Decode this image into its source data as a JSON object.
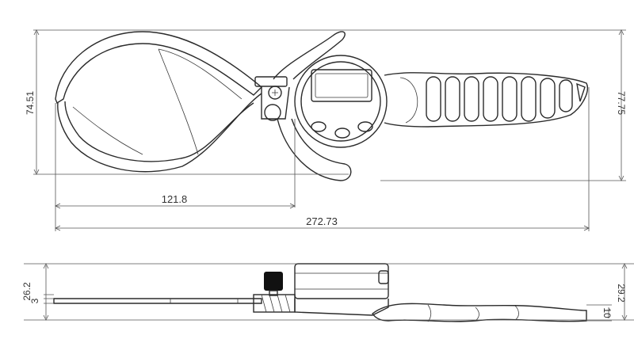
{
  "dimensions": {
    "overall_height_left": "74.51",
    "overall_height_right": "77.75",
    "jaw_length": "121.8",
    "overall_length": "272.73",
    "side_height_left": "26.2",
    "side_jaw_thickness": "3",
    "side_height_right": "29.2",
    "handle_thickness": "10"
  },
  "colors": {
    "line": "#2b2b2b",
    "knob": "#111111"
  }
}
